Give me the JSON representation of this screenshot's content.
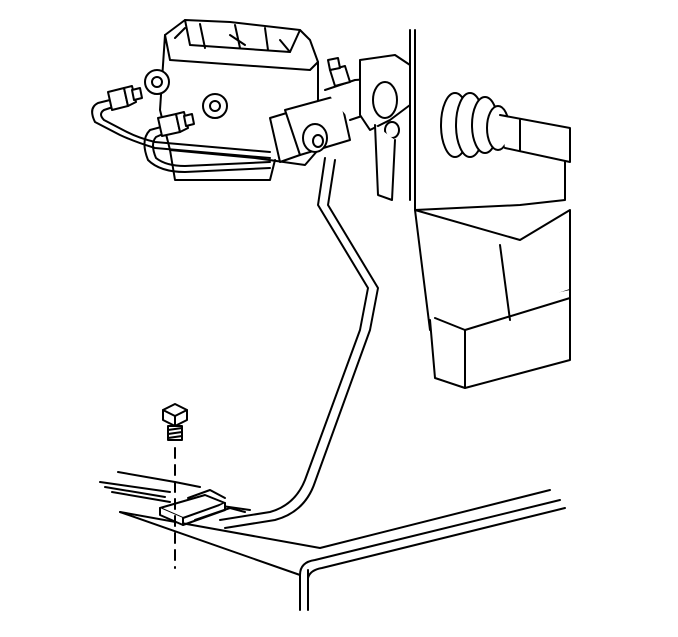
{
  "diagram": {
    "stroke_color": "#000000",
    "background_color": "#ffffff",
    "components": [
      "master-cylinder",
      "brake-booster",
      "brake-lines",
      "brake-pipe",
      "frame-rail",
      "retaining-clip",
      "mounting-bolt"
    ]
  }
}
